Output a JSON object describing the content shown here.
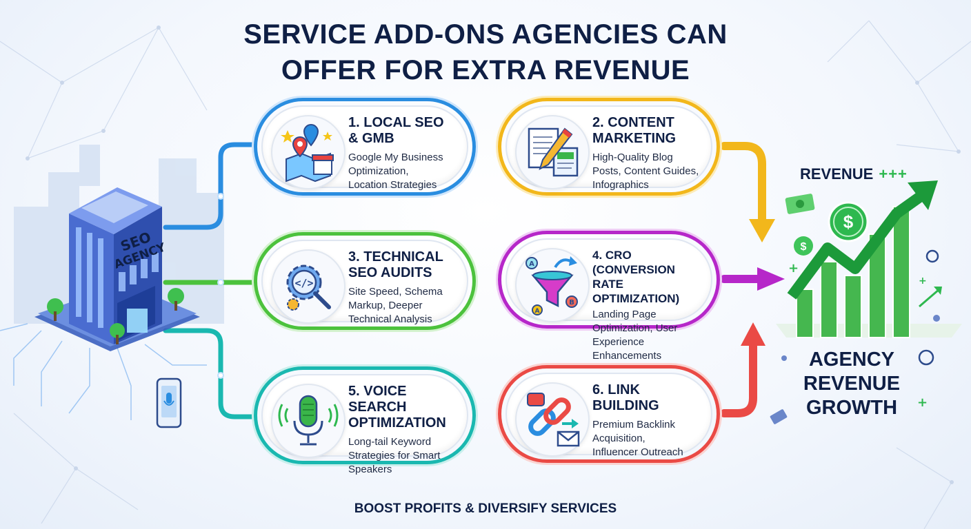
{
  "title": {
    "line1": "SERVICE ADD-ONS AGENCIES CAN",
    "line2": "OFFER FOR EXTRA REVENUE"
  },
  "building": {
    "label_line1": "SEO",
    "label_line2": "AGENCY"
  },
  "services": [
    {
      "title": "1. LOCAL SEO\n& GMB",
      "description": "Google My Business\nOptimization,\nLocation Strategies",
      "color": "#2a8de0",
      "icon": "map-pin-icon"
    },
    {
      "title": "2. CONTENT\nMARKETING",
      "description": "High-Quality Blog\nPosts, Content Guides,\nInfographics",
      "color": "#f2b71b",
      "icon": "document-pencil-icon"
    },
    {
      "title": "3. TECHNICAL\nSEO AUDITS",
      "description": "Site Speed, Schema\nMarkup, Deeper\nTechnical Analysis",
      "color": "#4cc23d",
      "icon": "gear-code-icon"
    },
    {
      "title": "4. CRO (CONVERSION\nRATE OPTIMIZATION)",
      "description": "Landing Page\nOptimization, User\nExperience\nEnhancements",
      "color": "#b627c9",
      "icon": "funnel-icon"
    },
    {
      "title": "5. VOICE SEARCH\nOPTIMIZATION",
      "description": "Long-tail Keyword\nStrategies for Smart\nSpeakers",
      "color": "#1ab8b0",
      "icon": "microphone-icon"
    },
    {
      "title": "6. LINK\nBUILDING",
      "description": "Premium Backlink\nAcquisition,\nInfluencer Outreach",
      "color": "#ea4a45",
      "icon": "chain-link-icon"
    }
  ],
  "revenue": {
    "heading": "REVENUE",
    "plus": "+++",
    "currency_symbol": "$",
    "growth_label": "AGENCY\nREVENUE\nGROWTH"
  },
  "footer": "BOOST PROFITS & DIVERSIFY SERVICES",
  "colors": {
    "navy": "#0f1f45",
    "green": "#2eb84f",
    "building_blue": "#3f63c8"
  }
}
